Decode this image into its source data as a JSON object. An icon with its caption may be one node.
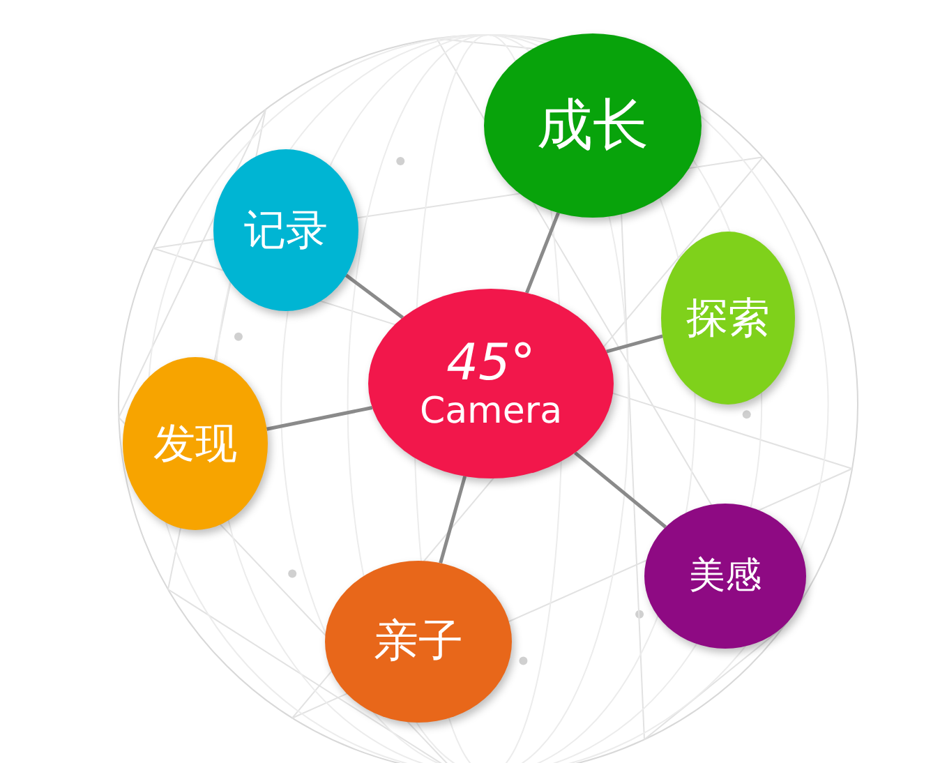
{
  "diagram": {
    "nodes": [
      {
        "text": [
          "45°",
          "Camera"
        ]
      },
      {
        "text": [
          "成长"
        ]
      },
      {
        "text": [
          "记录"
        ]
      },
      {
        "text": [
          "探索"
        ]
      },
      {
        "text": [
          "发现"
        ]
      },
      {
        "text": [
          "亲子"
        ]
      },
      {
        "text": [
          "美感"
        ]
      }
    ],
    "edges": [
      {
        "from": 0,
        "to": 1,
        "arrow": "none"
      },
      {
        "from": 0,
        "to": 2,
        "arrow": "none"
      },
      {
        "from": 0,
        "to": 3,
        "arrow": "none"
      },
      {
        "from": 0,
        "to": 4,
        "arrow": "none"
      },
      {
        "from": 0,
        "to": 5,
        "arrow": "none"
      },
      {
        "from": 0,
        "to": 6,
        "arrow": "none"
      }
    ]
  }
}
